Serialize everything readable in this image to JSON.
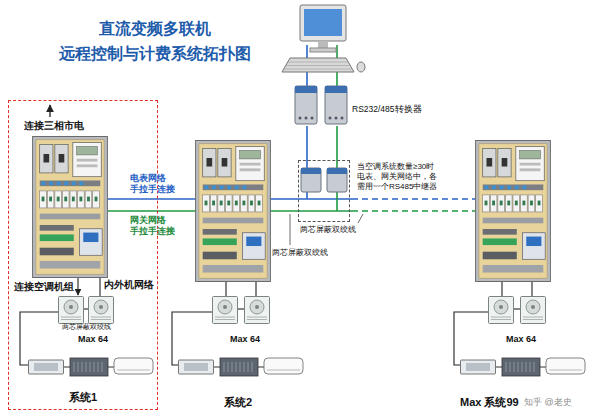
{
  "diagram": {
    "title": "直流变频多联机 远程控制与计费系统拓扑图",
    "nodes": [
      {
        "text": [
          "系统1"
        ]
      },
      {
        "text": [
          "RS232/485转换器"
        ]
      },
      {
        "text": [
          "当空调系统数量≥30时 电表、网关网络中，各 需用一个RS485中继器"
        ]
      }
    ],
    "edges": [
      {
        "from": 1,
        "to": 2,
        "arrow": "none"
      }
    ],
    "labels": [
      "连接三相市电",
      "电表网络 手拉手连接",
      "网关网络 手拉手连接",
      "两芯屏蔽双绞线",
      "两芯屏蔽双绞线",
      "连接空调机组",
      "内外机网络",
      "两芯屏蔽双绞线",
      "Max 64",
      "Max 64",
      "Max 64",
      "系统2",
      "Max 系统99",
      "知乎 @老史"
    ]
  }
}
